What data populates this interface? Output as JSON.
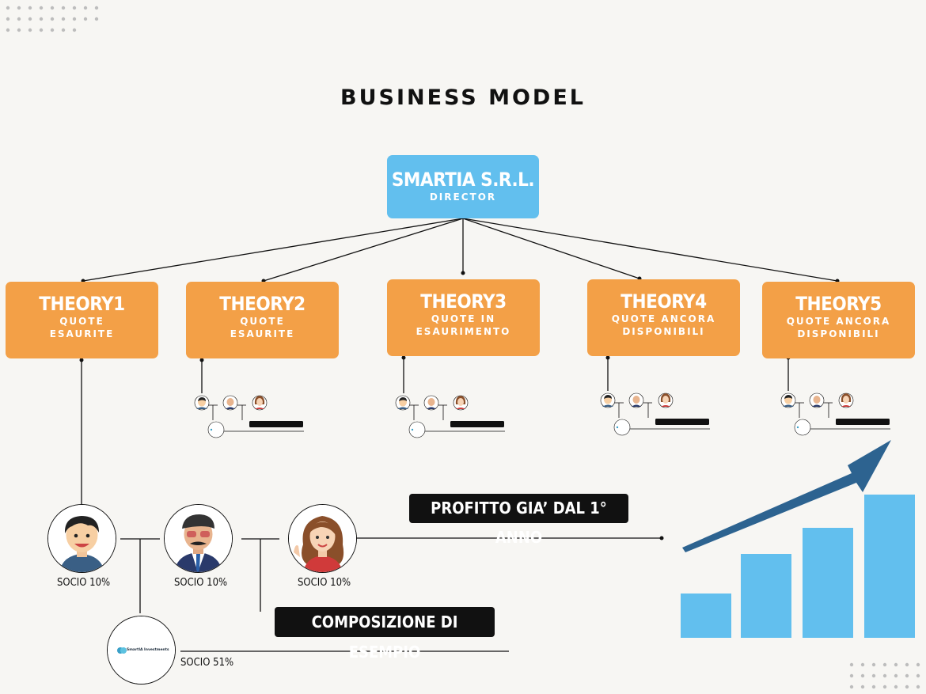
{
  "title": "BUSINESS MODEL",
  "director": {
    "name": "SMARTIA S.R.L.",
    "role": "DIRECTOR"
  },
  "theories": [
    {
      "name": "THEORY1",
      "line1": "QUOTE",
      "line2": "ESAURITE"
    },
    {
      "name": "THEORY2",
      "line1": "QUOTE",
      "line2": "ESAURITE"
    },
    {
      "name": "THEORY3",
      "line1": "QUOTE IN",
      "line2": "ESAURIMENTO"
    },
    {
      "name": "THEORY4",
      "line1": "QUOTE ANCORA",
      "line2": "DISPONIBILI"
    },
    {
      "name": "THEORY5",
      "line1": "QUOTE ANCORA",
      "line2": "DISPONIBILI"
    }
  ],
  "example": {
    "socio1": "SOCIO 10%",
    "socio2": "SOCIO 10%",
    "socio3": "SOCIO 10%",
    "socio_main": "SOCIO 51%",
    "company_logo": "SmartIA Investments",
    "composition_label": "COMPOSIZIONE DI ESEMPIO"
  },
  "profit_label": "PROFITTO GIA’ DAL 1° ANNO",
  "growth_chart": {
    "bars": 4,
    "arrow": "up-right-arrow"
  },
  "colors": {
    "orange": "#f3a047",
    "blue": "#62bfee",
    "dark_blue": "#2d6390",
    "black": "#111111"
  }
}
